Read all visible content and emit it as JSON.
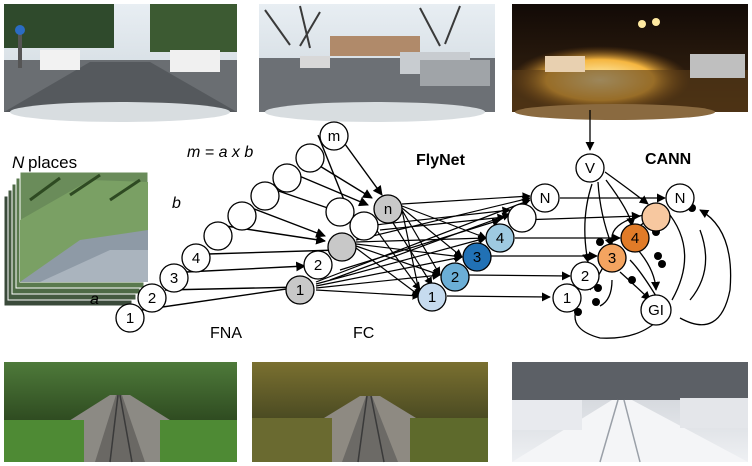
{
  "labels": {
    "n_places": "places",
    "n_var": "N",
    "eq": "m = a x b",
    "b_label": "b",
    "a_label": "a",
    "flynet": "FlyNet",
    "cann": "CANN",
    "fna": "FNA",
    "fc": "FC"
  },
  "fna_nodes": [
    "1",
    "2",
    "3",
    "4",
    "",
    "",
    "",
    "",
    "m"
  ],
  "fna_top_nodes": [
    "n"
  ],
  "fc_nodes": [
    "1"
  ],
  "flynet_nodes": [
    "1",
    "2",
    "3",
    "4",
    "N"
  ],
  "cann_nodes": [
    "1",
    "2",
    "3",
    "4",
    "N"
  ],
  "cann_extra": [
    "V",
    "GI"
  ],
  "colors": {
    "node_fill": "#ffffff",
    "node_gray": "#c8c8c8",
    "blue_light": "#c6dbef",
    "blue_mid": "#6baed6",
    "blue_dark": "#2171b5",
    "orange_light": "#f7c8a0",
    "orange_mid": "#f4a460",
    "orange_dark": "#e07b28"
  },
  "photos": {
    "top": [
      "street-day",
      "street-winter",
      "street-night"
    ],
    "bottom": [
      "rail-summer",
      "rail-autumn",
      "rail-winter"
    ]
  }
}
